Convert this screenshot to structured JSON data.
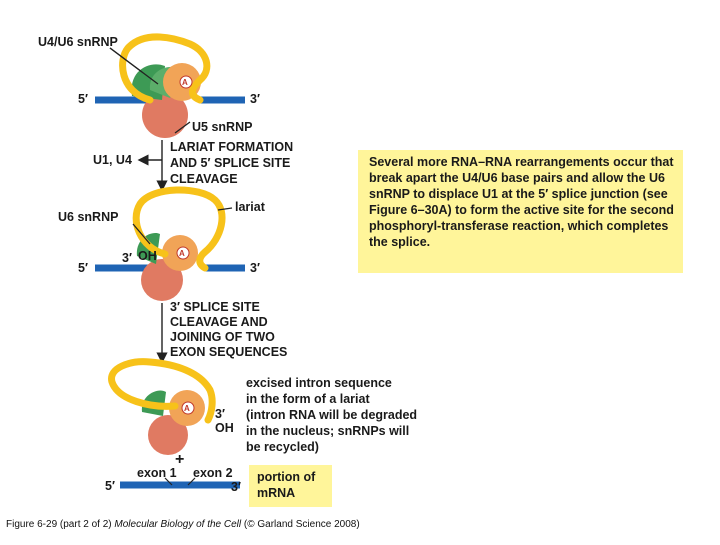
{
  "labels": {
    "u4u6_snrnp": "U4/U6 snRNP",
    "five_prime_1": "5′",
    "three_prime_1": "3′",
    "u5_snrnp": "U5 snRNP",
    "step1_line1": "LARIAT FORMATION",
    "step1_line2": "AND 5′ SPLICE SITE",
    "step1_line3": "CLEAVAGE",
    "u1_u4": "U1, U4",
    "u6_snrnp": "U6 snRNP",
    "lariat": "lariat",
    "three_prime_oh_a": "3′",
    "oh_a": "OH",
    "five_prime_2": "5′",
    "three_prime_2": "3′",
    "step2_line1": "3′ SPLICE SITE",
    "step2_line2": "CLEAVAGE AND",
    "step2_line3": "JOINING OF TWO",
    "step2_line4": "EXON SEQUENCES",
    "excised_line1": "excised intron sequence",
    "excised_line2": "in the form of a lariat",
    "excised_line3": "(intron RNA will be degraded",
    "excised_line4": "in the nucleus; snRNPs will",
    "excised_line5": "be recycled)",
    "three_prime_oh_b": "3′",
    "oh_b": "OH",
    "plus": "+",
    "exon1": "exon 1",
    "exon2": "exon 2",
    "five_prime_3": "5′",
    "three_prime_3": "3′",
    "adenine": "A"
  },
  "note_box": {
    "text": "Several more RNA–RNA rearrangements occur that break apart the U4/U6 base pairs and allow the U6 snRNP to displace U1 at the 5′ splice junction (see Figure 6–30A) to form the active site for the second phosphoryl-transferase reaction, which completes the splice."
  },
  "mrna_box": {
    "line1": "portion of",
    "line2": "mRNA"
  },
  "caption": {
    "prefix": "Figure 6-29 (part 2 of 2) ",
    "book": "Molecular Biology of the Cell",
    "suffix": " (© Garland Science 2008)"
  },
  "colors": {
    "exon_blue": "#1f64b4",
    "intron_yellow": "#f7c21a",
    "u5_salmon": "#e07a62",
    "u6_orange": "#f1a457",
    "u4_green": "#3d9a55",
    "note_yellow": "#fff59a"
  }
}
